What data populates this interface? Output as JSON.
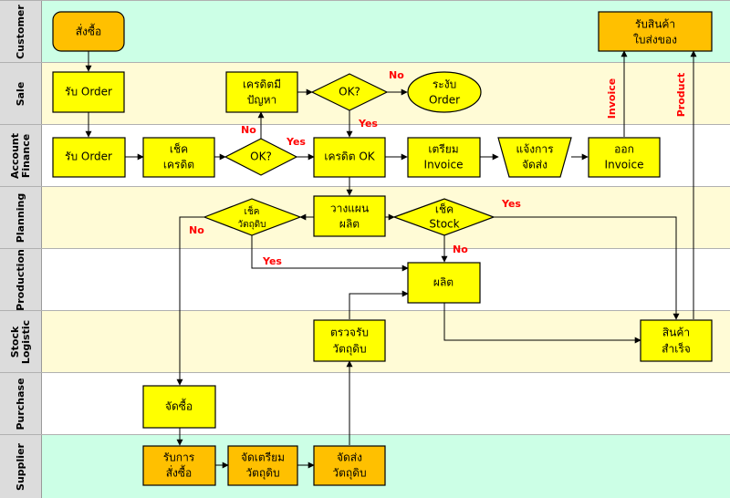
{
  "lanes": [
    {
      "label": "Customer",
      "color": "#ccffe6"
    },
    {
      "label": "Sale",
      "color": "#fffbd6"
    },
    {
      "label": "Account\nFinance",
      "color": "#ffffff"
    },
    {
      "label": "Planning",
      "color": "#fffbd6"
    },
    {
      "label": "Production",
      "color": "#ffffff"
    },
    {
      "label": "Stock\nLogistic",
      "color": "#fffbd6"
    },
    {
      "label": "Purchase",
      "color": "#ffffff"
    },
    {
      "label": "Supplier",
      "color": "#ccffe6"
    }
  ],
  "nodes": {
    "order_customer": {
      "line1": "สั่งซื้อ",
      "line2": ""
    },
    "receive_goods": {
      "line1": "รับสินค้า",
      "line2": "ใบส่งของ"
    },
    "sale_order": {
      "line1": "รับ Order",
      "line2": ""
    },
    "credit_problem": {
      "line1": "เครดิตมี",
      "line2": "ปัญหา"
    },
    "ok_sale": {
      "line1": "OK?",
      "line2": ""
    },
    "hold_order": {
      "line1": "ระงับ",
      "line2": "Order"
    },
    "acc_order": {
      "line1": "รับ Order",
      "line2": ""
    },
    "check_credit": {
      "line1": "เช็ค",
      "line2": "เครดิต"
    },
    "ok_acc": {
      "line1": "OK?",
      "line2": ""
    },
    "credit_ok": {
      "line1": "เครดิต OK",
      "line2": ""
    },
    "prep_invoice": {
      "line1": "เตรียม",
      "line2": "Invoice"
    },
    "notify_ship": {
      "line1": "แจ้งการ",
      "line2": "จัดส่ง"
    },
    "issue_invoice": {
      "line1": "ออก",
      "line2": "Invoice"
    },
    "check_material": {
      "line1": "เช็ค",
      "line2": "วัตถุดิบ"
    },
    "plan_production": {
      "line1": "วางแผน",
      "line2": "ผลิต"
    },
    "check_stock": {
      "line1": "เช็ค",
      "line2": "Stock"
    },
    "produce": {
      "line1": "ผลิต",
      "line2": ""
    },
    "inspect_material": {
      "line1": "ตรวจรับ",
      "line2": "วัตถุดิบ"
    },
    "finished_goods": {
      "line1": "สินค้า",
      "line2": "สำเร็จ"
    },
    "purchase": {
      "line1": "จัดซื้อ",
      "line2": ""
    },
    "receive_po": {
      "line1": "รับการ",
      "line2": "สั่งซื้อ"
    },
    "prepare_material": {
      "line1": "จัดเตรียม",
      "line2": "วัตถุดิบ"
    },
    "ship_material": {
      "line1": "จัดส่ง",
      "line2": "วัตถุดิบ"
    }
  },
  "edge_labels": {
    "no_hold": "No",
    "yes_credit_ok": "Yes",
    "no_credit_problem": "No",
    "yes_acc": "Yes",
    "yes_stock": "Yes",
    "no_stock": "No",
    "no_material": "No",
    "yes_material": "Yes",
    "invoice_vertical": "Invoice",
    "product_vertical": "Product"
  },
  "colors": {
    "yellow_box": "#ffff00",
    "orange_box": "#ffc000",
    "edge_label": "#ff0000"
  }
}
